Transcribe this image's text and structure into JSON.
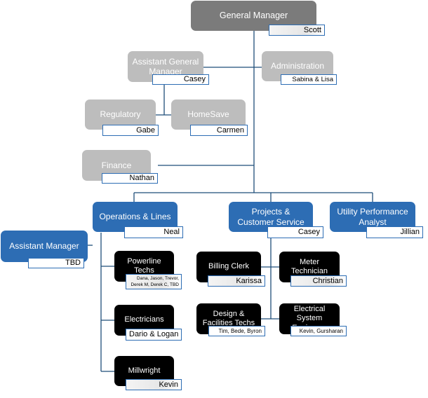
{
  "nodes": {
    "gm": {
      "title": "General Manager",
      "name": "Scott"
    },
    "agm": {
      "title": "Assistant General Manager",
      "name": "Casey"
    },
    "admin": {
      "title": "Administration",
      "name": "Sabina & Lisa"
    },
    "regulatory": {
      "title": "Regulatory",
      "name": "Gabe"
    },
    "homesave": {
      "title": "HomeSave",
      "name": "Carmen"
    },
    "finance": {
      "title": "Finance",
      "name": "Nathan"
    },
    "ops": {
      "title": "Operations & Lines",
      "name": "Neal"
    },
    "projects": {
      "title": "Projects & Customer Service",
      "name": "Casey"
    },
    "utility": {
      "title": "Utility Performance Analyst",
      "name": "Jillian"
    },
    "asst_mgr": {
      "title": "Assistant Manager",
      "name": "TBD"
    },
    "powerline": {
      "title": "Powerline Techs",
      "name": "Dana, Jason, Trevor, Derek M, Derek C, TBD"
    },
    "electricians": {
      "title": "Electricians",
      "name": "Dario & Logan"
    },
    "millwright": {
      "title": "Millwright",
      "name": "Kevin"
    },
    "billing": {
      "title": "Billing Clerk",
      "name": "Karissa"
    },
    "meter": {
      "title": "Meter Technician",
      "name": "Christian"
    },
    "design": {
      "title": "Design & Facilities Techs",
      "name": "Tim, Bede, Byron"
    },
    "electrical_eng": {
      "title": "Electrical System Engineers",
      "name": "Kevin, Gursharan"
    }
  },
  "colors": {
    "top": "#7b7b7b",
    "staff": "#bdbdbd",
    "department": "#2d6db4",
    "team": "#000000",
    "connector": "#1f4e79",
    "tag_border": "#2d6db4"
  }
}
